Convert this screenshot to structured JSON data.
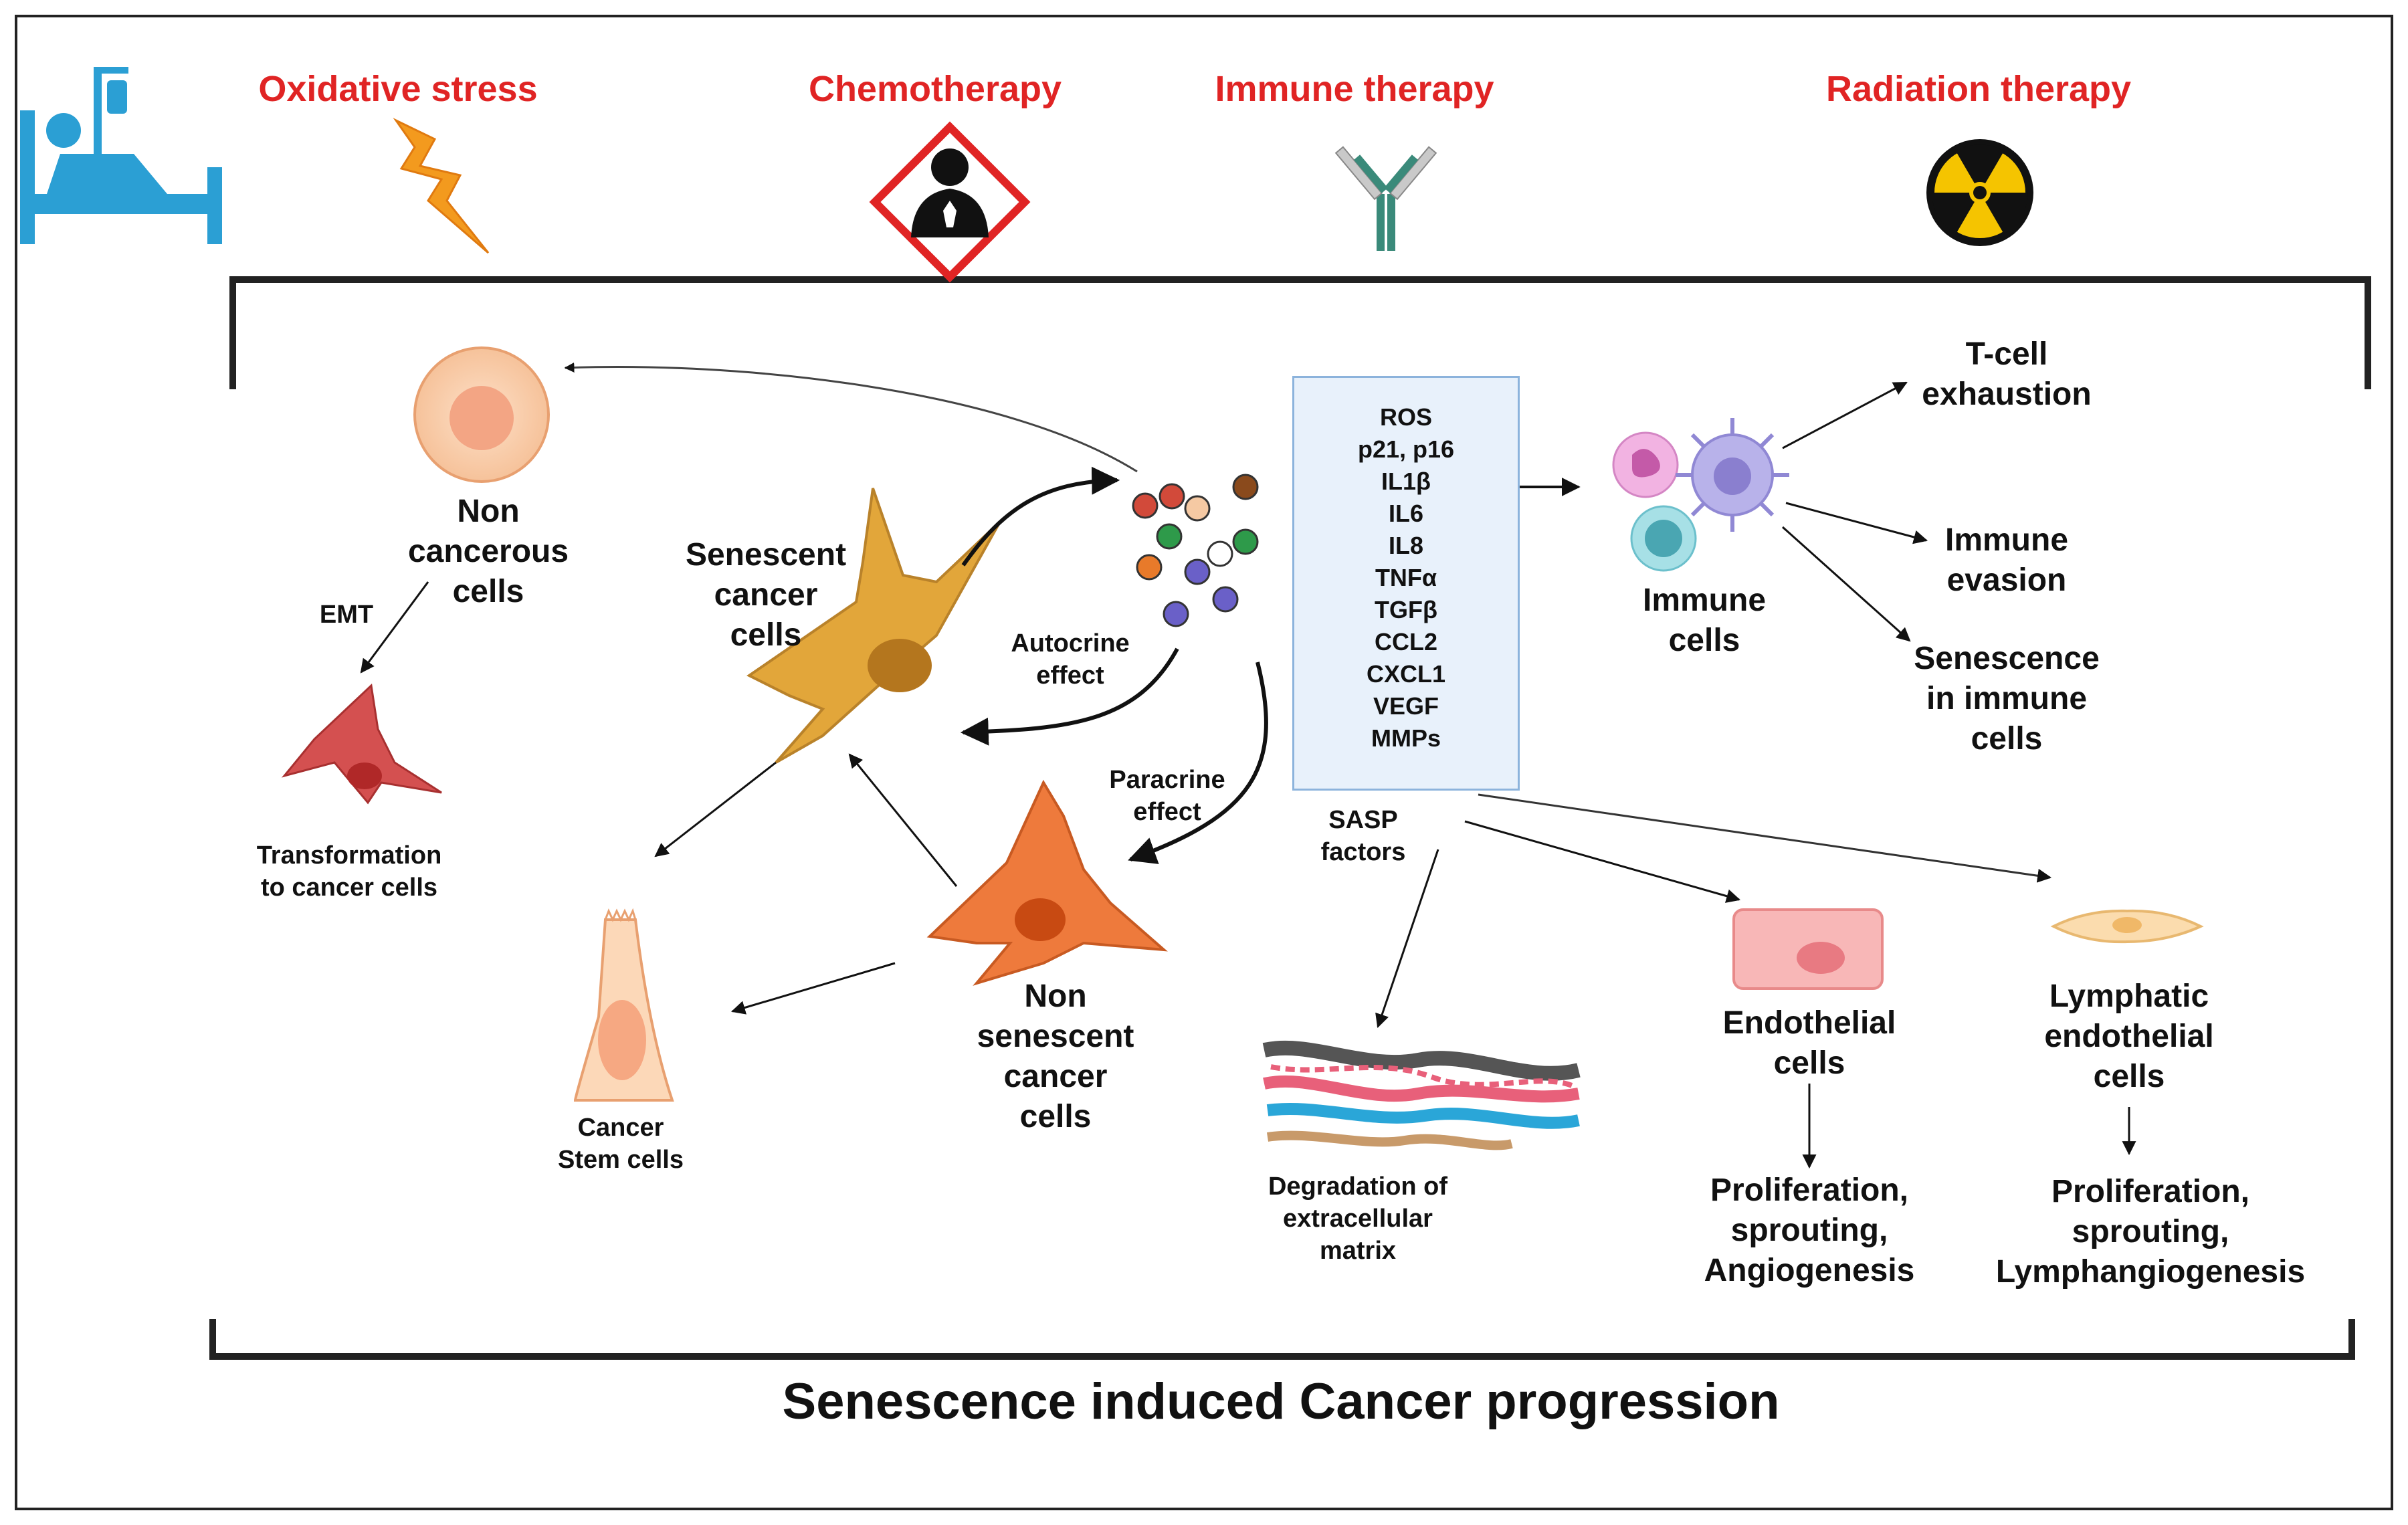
{
  "stressors": [
    {
      "label": "Oxidative stress",
      "icon": "lightning-icon"
    },
    {
      "label": "Chemotherapy",
      "icon": "hazard-diamond-icon"
    },
    {
      "label": "Immune therapy",
      "icon": "antibody-icon"
    },
    {
      "label": "Radiation therapy",
      "icon": "radiation-icon"
    }
  ],
  "left": {
    "non_cancerous": "Non\ncancerous\ncells",
    "emt": "EMT",
    "transformation": "Transformation\nto cancer cells",
    "senescent": "Senescent\ncancer\ncells",
    "autocrine": "Autocrine\neffect",
    "paracrine": "Paracrine\neffect",
    "non_senescent": "Non\nsenescent\ncancer\ncells",
    "stem": "Cancer\nStem cells"
  },
  "sasp": {
    "items": [
      "ROS",
      "p21, p16",
      "IL1β",
      "IL6",
      "IL8",
      "TNFα",
      "TGFβ",
      "CCL2",
      "CXCL1",
      "VEGF",
      "MMPs"
    ],
    "caption": "SASP\nfactors"
  },
  "right": {
    "immune": "Immune\ncells",
    "tcell": "T-cell\nexhaustion",
    "evasion": "Immune\nevasion",
    "senescence_immune": "Senescence\nin immune\ncells",
    "degradation": "Degradation of\nextracellular\nmatrix",
    "endothelial": "Endothelial\ncells",
    "endo_outcome": "Proliferation,\nsprouting,\nAngiogenesis",
    "lymphatic": "Lymphatic\nendothelial\ncells",
    "lymph_outcome": "Proliferation,\nsprouting,\nLymphangiogenesis"
  },
  "footer": {
    "title": "Senescence induced Cancer progression"
  },
  "colors": {
    "stress_red": "#e02424",
    "senescent_cell": "#e2a63a",
    "non_senescent_cell": "#ee7a3c",
    "transformed_cell": "#d45050",
    "box_fill": "#e8f1fb",
    "bed_blue": "#2b9fd4"
  }
}
